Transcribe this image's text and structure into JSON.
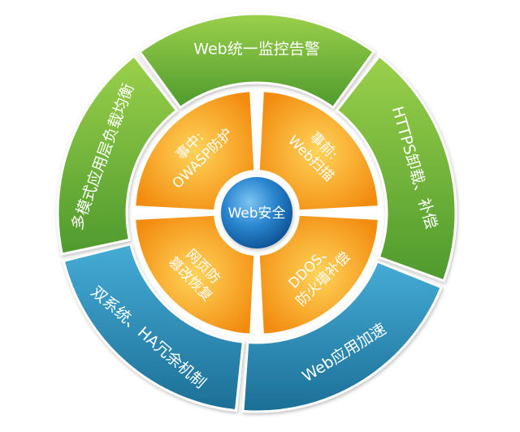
{
  "center": {
    "label": "Web安全"
  },
  "outer_ring": [
    {
      "id": "top",
      "label": "Web统一监控告警",
      "color": "#6ab04c"
    },
    {
      "id": "right",
      "label": "HTTPS卸载、补偿",
      "color": "#6ab04c"
    },
    {
      "id": "bottom-right",
      "label": "Web应用加速",
      "color": "#2e8fb5"
    },
    {
      "id": "bottom-left",
      "label": "双系统、HA冗余机制",
      "color": "#2e8fb5"
    },
    {
      "id": "left",
      "label": "多模式应用层负载均衡",
      "color": "#6ab04c"
    }
  ],
  "inner_quadrants": [
    {
      "id": "top-left",
      "lines": [
        "事中:",
        "OWASP防护"
      ]
    },
    {
      "id": "top-right",
      "lines": [
        "事前:",
        "Web扫描"
      ]
    },
    {
      "id": "bottom-right",
      "lines": [
        "DDOS、",
        "防火墙补偿"
      ]
    },
    {
      "id": "bottom-left",
      "lines": [
        "网页防",
        "篡改恢复"
      ]
    }
  ],
  "colors": {
    "green_light": "#8cc63f",
    "green_dark": "#4e9a2e",
    "blue_light": "#3aa0cc",
    "blue_dark": "#1c6f96",
    "orange_light": "#ffc03a",
    "orange_dark": "#f28c0f",
    "center_light": "#4aa3e0",
    "center_dark": "#0f5fa8"
  }
}
